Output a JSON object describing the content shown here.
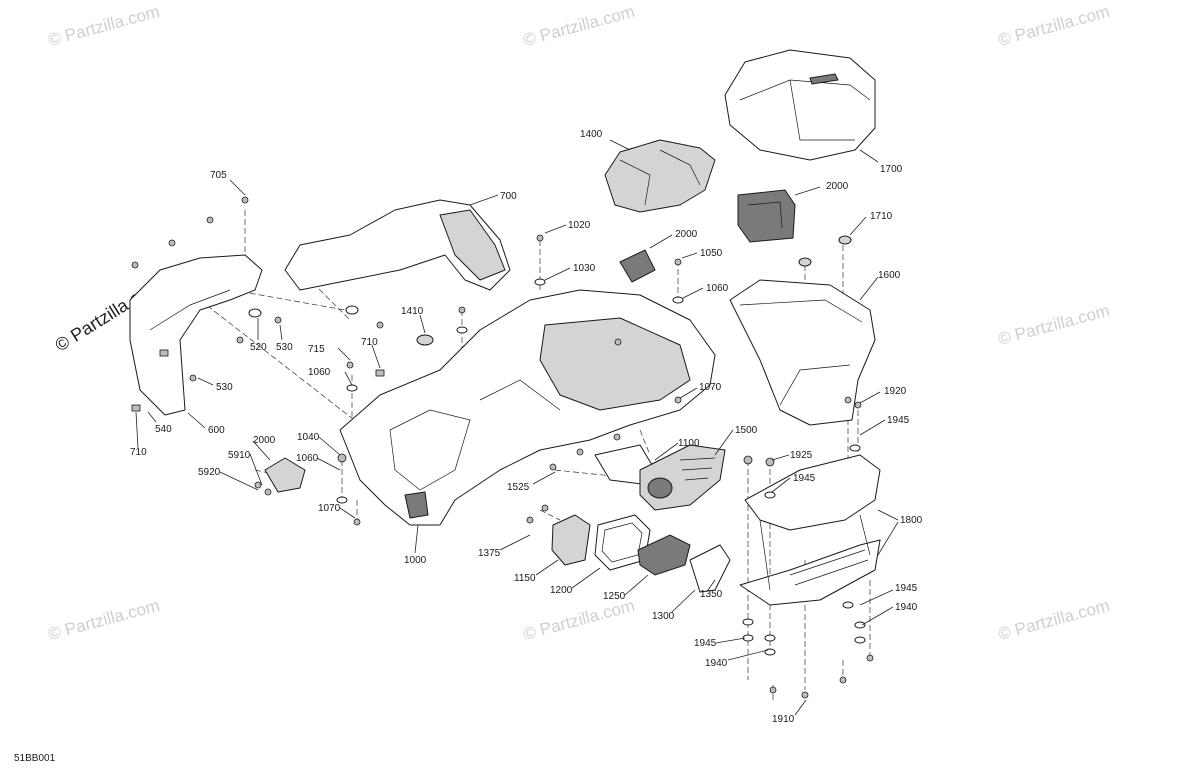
{
  "watermark": {
    "text": "© Partzilla.com",
    "text_dark": "© Partzilla.com"
  },
  "diagram_code": "51BB001",
  "callouts": [
    {
      "id": "c1400",
      "text": "1400"
    },
    {
      "id": "c1700",
      "text": "1700"
    },
    {
      "id": "c705",
      "text": "705"
    },
    {
      "id": "c700",
      "text": "700"
    },
    {
      "id": "c2000a",
      "text": "2000"
    },
    {
      "id": "c1020",
      "text": "1020"
    },
    {
      "id": "c2000b",
      "text": "2000"
    },
    {
      "id": "c1710",
      "text": "1710"
    },
    {
      "id": "c1050",
      "text": "1050"
    },
    {
      "id": "c1030",
      "text": "1030"
    },
    {
      "id": "c1060a",
      "text": "1060"
    },
    {
      "id": "c1600",
      "text": "1600"
    },
    {
      "id": "c1410",
      "text": "1410"
    },
    {
      "id": "c520",
      "text": "520"
    },
    {
      "id": "c530a",
      "text": "530"
    },
    {
      "id": "c715",
      "text": "715"
    },
    {
      "id": "c710a",
      "text": "710"
    },
    {
      "id": "c1060b",
      "text": "1060"
    },
    {
      "id": "c530b",
      "text": "530"
    },
    {
      "id": "c1070a",
      "text": "1070"
    },
    {
      "id": "c1920",
      "text": "1920"
    },
    {
      "id": "c540",
      "text": "540"
    },
    {
      "id": "c600",
      "text": "600"
    },
    {
      "id": "c1945a",
      "text": "1945"
    },
    {
      "id": "c710b",
      "text": "710"
    },
    {
      "id": "c1500",
      "text": "1500"
    },
    {
      "id": "c1040",
      "text": "1040"
    },
    {
      "id": "c2000c",
      "text": "2000"
    },
    {
      "id": "c1100",
      "text": "1100"
    },
    {
      "id": "c1925",
      "text": "1925"
    },
    {
      "id": "c5910",
      "text": "5910"
    },
    {
      "id": "c1060c",
      "text": "1060"
    },
    {
      "id": "c5920",
      "text": "5920"
    },
    {
      "id": "c1525",
      "text": "1525"
    },
    {
      "id": "c1945b",
      "text": "1945"
    },
    {
      "id": "c1070b",
      "text": "1070"
    },
    {
      "id": "c1800",
      "text": "1800"
    },
    {
      "id": "c1000",
      "text": "1000"
    },
    {
      "id": "c1375",
      "text": "1375"
    },
    {
      "id": "c1150",
      "text": "1150"
    },
    {
      "id": "c1200",
      "text": "1200"
    },
    {
      "id": "c1250",
      "text": "1250"
    },
    {
      "id": "c1350",
      "text": "1350"
    },
    {
      "id": "c1300",
      "text": "1300"
    },
    {
      "id": "c1945c",
      "text": "1945"
    },
    {
      "id": "c1940a",
      "text": "1940"
    },
    {
      "id": "c1945d",
      "text": "1945"
    },
    {
      "id": "c1940b",
      "text": "1940"
    },
    {
      "id": "c1910",
      "text": "1910"
    }
  ]
}
